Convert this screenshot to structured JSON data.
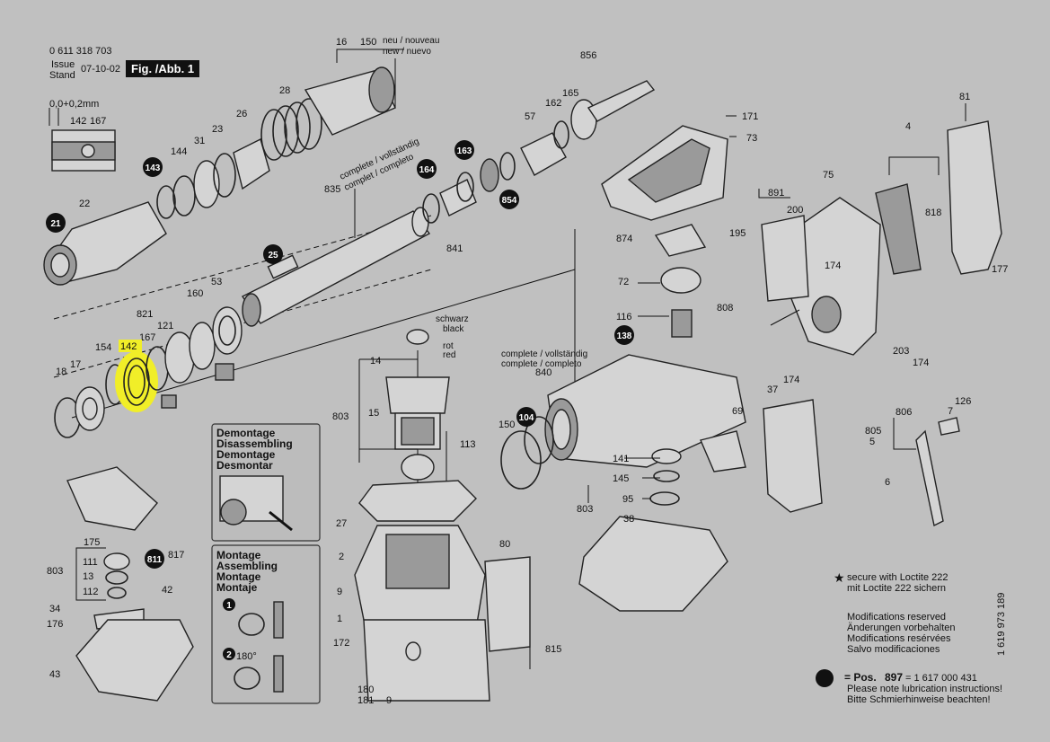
{
  "header": {
    "article_no": "0 611 318 703",
    "issue_label": "Issue",
    "stand_label": "Stand",
    "issue_date": "07-10-02",
    "fig_label": "Fig. /Abb. 1",
    "dim_label": "0,0+0,2mm"
  },
  "diagram": {
    "labels": {
      "p16": "16",
      "p150a": "150",
      "p28": "28",
      "p26": "26",
      "p23": "23",
      "p31": "31",
      "p144": "144",
      "p143": "143",
      "p22": "22",
      "p21": "21",
      "p835": "835",
      "p25": "25",
      "p856": "856",
      "p165": "165",
      "p162": "162",
      "p57": "57",
      "p164": "164",
      "p163": "163",
      "p854": "854",
      "p841": "841",
      "p171": "171",
      "p73": "73",
      "p81": "81",
      "p4": "4",
      "p75": "75",
      "p891": "891",
      "p200": "200",
      "p195": "195",
      "p818": "818",
      "p174a": "174",
      "p177": "177",
      "p874": "874",
      "p72": "72",
      "p808": "808",
      "p116": "116",
      "p138": "138",
      "p203": "203",
      "p174b": "174",
      "p37": "37",
      "p174c": "174",
      "p821": "821",
      "p121": "121",
      "p167a": "167",
      "p160": "160",
      "p53": "53",
      "p154": "154",
      "p142a": "142",
      "p142b": "142",
      "p167b": "167",
      "p18": "18",
      "p17": "17",
      "p14": "14",
      "p803a": "803",
      "p15": "15",
      "p113": "113",
      "p840": "840",
      "p150b": "150",
      "p104": "104",
      "p141": "141",
      "p145": "145",
      "p95": "95",
      "p803b": "803",
      "p69": "69",
      "p126": "126",
      "p806": "806",
      "p7": "7",
      "p805": "805",
      "p5": "5",
      "p6": "6",
      "p38": "38",
      "p27": "27",
      "p2": "2",
      "p9a": "9",
      "p1": "1",
      "p172": "172",
      "p180": "180",
      "p181": "181",
      "p9b": "9",
      "p80": "80",
      "p815": "815",
      "p175": "175",
      "p111": "111",
      "p13": "13",
      "p112": "112",
      "p803c": "803",
      "p811": "811",
      "p817": "817",
      "p42": "42",
      "p34": "34",
      "p176": "176",
      "p43": "43"
    },
    "notes": {
      "neu": "neu / nouveau",
      "new": "new / nuevo",
      "complete1": "complete / vollständig",
      "complete2": "complet / completo",
      "complete3": "complete / vollständig",
      "complete4": "complete / completo",
      "schwarz": "schwarz",
      "black": "black",
      "rot": "rot",
      "red": "red",
      "deg": "180°"
    }
  },
  "procedures": {
    "demontage": [
      "Demontage",
      "Disassembling",
      "Demontage",
      "Desmontar"
    ],
    "montage": [
      "Montage",
      "Assembling",
      "Montage",
      "Montaje"
    ],
    "step1": "1",
    "step2": "2"
  },
  "footer": {
    "loctite_1": "secure with Loctite 222",
    "loctite_2": "mit Loctite 222 sichern",
    "mods": [
      "Modifications reserved",
      "Änderungen vorbehalten",
      "Modifications resérvées",
      "Salvo modificaciones"
    ],
    "pos_label": "= Pos.",
    "pos_no": "897",
    "pos_val": "= 1 617 000 431",
    "lube_1": "Please note lubrication instructions!",
    "lube_2": "Bitte Schmierhinweise beachten!",
    "doc_no": "1 619 973 189"
  }
}
